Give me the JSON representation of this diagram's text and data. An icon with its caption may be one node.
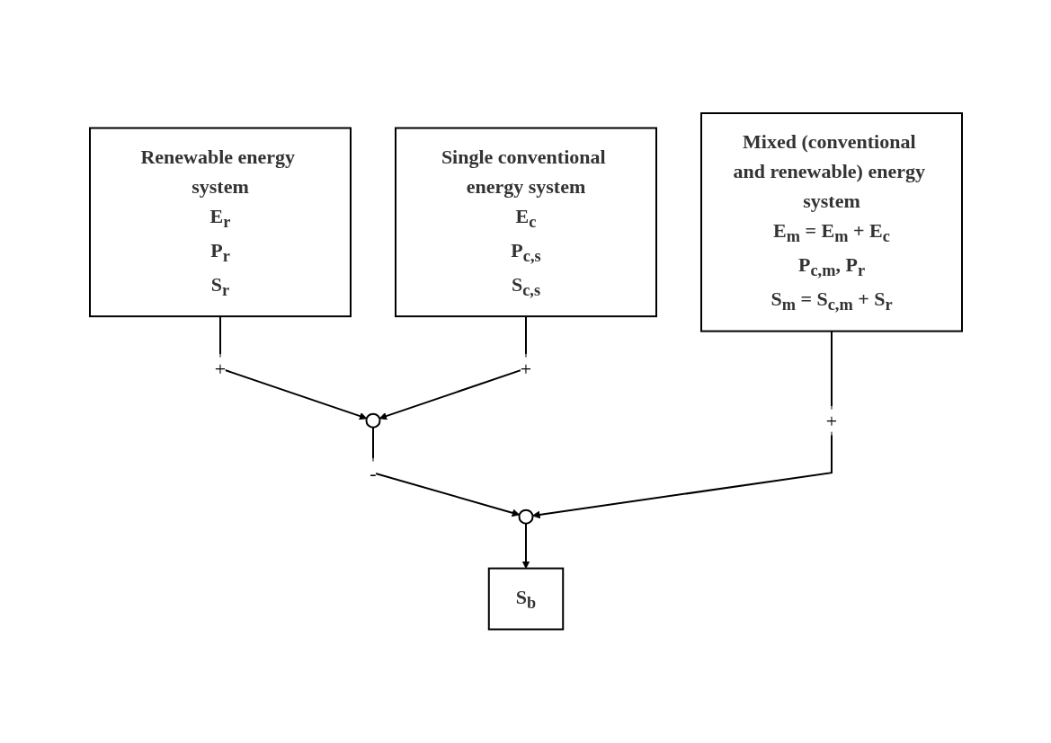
{
  "diagram": {
    "nodes": [
      {
        "text": [
          "Renewable energy system",
          "E$_{r}$",
          "P$_{r}$",
          "S$_{r}$"
        ]
      },
      {
        "text": [
          "Single conventional energy system",
          "E$_{c}$",
          "P$_{c,s}$",
          "S$_{c,s}$"
        ]
      },
      {
        "text": [
          "Mixed (conventional and renewable) energy system",
          "E$_{m}$ = E$_{m}$ + E$_{c}$",
          "P$_{c,m}$, P$_{r}$",
          "S$_{m}$ = S$_{c,m}$ + S$_{r}$"
        ]
      },
      {
        "text": [],
        "shape": "circle"
      },
      {
        "text": [],
        "shape": "circle"
      },
      {
        "text": [
          "S$_{b}$"
        ]
      }
    ],
    "edges": [
      {
        "from": 0,
        "to": 3,
        "arrow": "to",
        "label": "+"
      },
      {
        "from": 1,
        "to": 3,
        "arrow": "to",
        "label": "+"
      },
      {
        "from": 3,
        "to": 4,
        "arrow": "to",
        "label": "-"
      },
      {
        "from": 2,
        "to": 4,
        "arrow": "to",
        "label": "+"
      },
      {
        "from": 4,
        "to": 5,
        "arrow": "to"
      }
    ]
  }
}
